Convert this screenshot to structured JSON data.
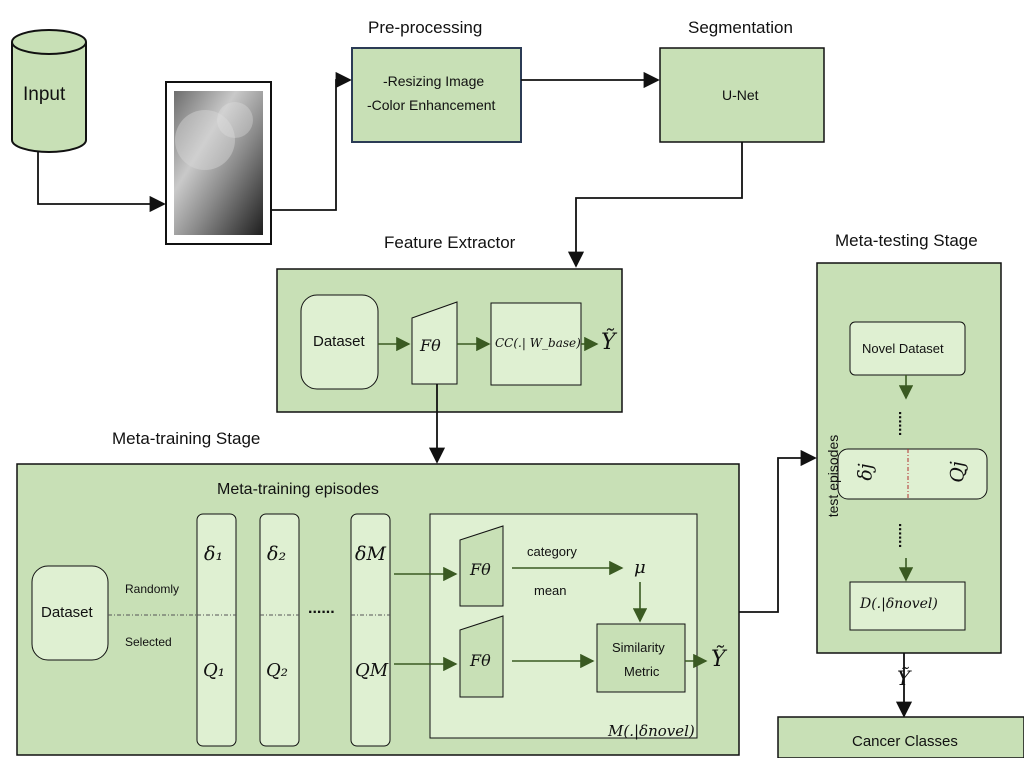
{
  "input": {
    "label": "Input"
  },
  "preprocessing": {
    "title": "Pre-processing",
    "line1": "-Resizing Image",
    "line2": "-Color Enhancement"
  },
  "segmentation": {
    "title": "Segmentation",
    "model": "U-Net"
  },
  "feature_extractor": {
    "title": "Feature Extractor",
    "dataset": "Dataset",
    "f_theta": "Fθ",
    "classifier": "CC(.| W_base)",
    "output": "Ỹ"
  },
  "meta_training": {
    "title": "Meta-training Stage",
    "episodes_title": "Meta-training episodes",
    "dataset": "Dataset",
    "randomly": "Randomly",
    "selected": "Selected",
    "support": [
      "δ₁",
      "δ₂",
      "δM"
    ],
    "query": [
      "Q₁",
      "Q₂",
      "QM"
    ],
    "ellipsis": "......",
    "f_theta": "Fθ",
    "category": "category",
    "mean": "mean",
    "mu": "μ",
    "similarity_line1": "Similarity",
    "similarity_line2": "Metric",
    "output": "Ỹ",
    "model_label": "M(.|δnovel)"
  },
  "meta_testing": {
    "title": "Meta-testing Stage",
    "novel_dataset": "Novel Dataset",
    "test_episodes": "test episodes",
    "delta_j": "δj",
    "q_j": "Qj",
    "dots": "......",
    "d_label": "D(.|δnovel)",
    "output": "Ỹ"
  },
  "cancer_classes": {
    "label": "Cancer Classes"
  },
  "colors": {
    "fill": "#c8e0b6",
    "inner": "#dff0d2",
    "arrow": "#3a5a22",
    "border": "#111111"
  }
}
